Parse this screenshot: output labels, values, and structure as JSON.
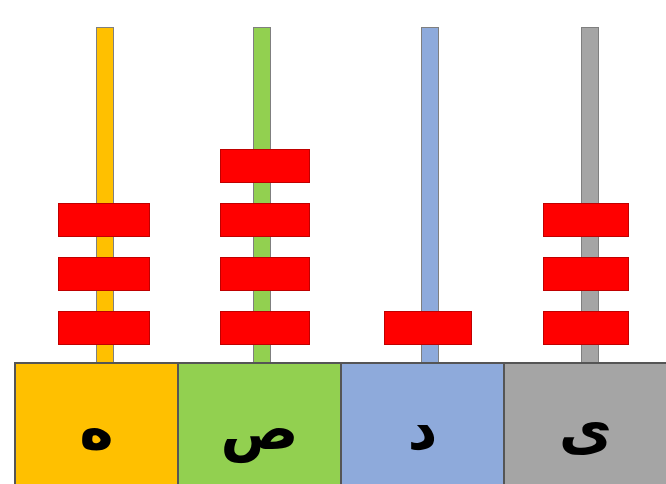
{
  "columns": [
    {
      "label": "ه",
      "color": "#ffc000",
      "beads": 3
    },
    {
      "label": "ص",
      "color": "#92d050",
      "beads": 4
    },
    {
      "label": "د",
      "color": "#8eaadb",
      "beads": 1
    },
    {
      "label": "ی",
      "color": "#a5a5a5",
      "beads": 3
    }
  ],
  "bead_color": "#ff0000"
}
